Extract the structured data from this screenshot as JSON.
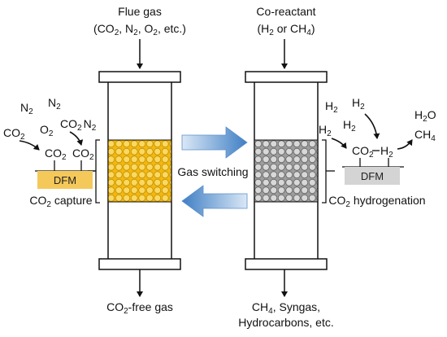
{
  "left_reactor": {
    "inlet": {
      "line1": "Flue gas",
      "line2_parts": [
        "(CO",
        "2",
        ", N",
        "2",
        ", O",
        "2",
        ", etc.)"
      ]
    },
    "outlet": {
      "parts": [
        "CO",
        "2",
        "-free gas"
      ]
    },
    "packing_color": "#f5c234"
  },
  "right_reactor": {
    "inlet": {
      "line1": "Co-reactant",
      "line2_parts": [
        "(H",
        "2",
        " or CH",
        "4",
        ")"
      ]
    },
    "outlet": {
      "line1_parts": [
        "CH",
        "4",
        ", Syngas,"
      ],
      "line2": "Hydrocarbons, etc."
    },
    "packing_color": "#c8c8c8"
  },
  "center": {
    "label": "Gas switching",
    "arrow_color": "#4a86c8"
  },
  "capture_inset": {
    "gases": {
      "n2_a": [
        "N",
        "2"
      ],
      "n2_b": [
        "N",
        "2"
      ],
      "co2_a": [
        "CO",
        "2"
      ],
      "o2": [
        "O",
        "2"
      ],
      "co2n2": [
        "CO",
        "2",
        "N",
        "2"
      ],
      "co2_ads_1": [
        "CO",
        "2"
      ],
      "co2_ads_2": [
        "CO",
        "2"
      ]
    },
    "dfm_label": "DFM",
    "dfm_color": "#f5c85a",
    "caption_parts": [
      "CO",
      "2",
      " capture"
    ]
  },
  "hydrogenation_inset": {
    "gases": {
      "h2_a": [
        "H",
        "2"
      ],
      "h2_b": [
        "H",
        "2"
      ],
      "h2_c": [
        "H",
        "2"
      ],
      "h2_d": [
        "H",
        "2"
      ],
      "h2o": [
        "H",
        "2",
        "O"
      ],
      "ch4": [
        "CH",
        "4"
      ],
      "co2_ads": [
        "CO",
        "2"
      ],
      "h2_ads": [
        "H",
        "2"
      ]
    },
    "dfm_label": "DFM",
    "dfm_color": "#d4d4d4",
    "caption_parts": [
      "CO",
      "2",
      " hydrogenation"
    ]
  }
}
